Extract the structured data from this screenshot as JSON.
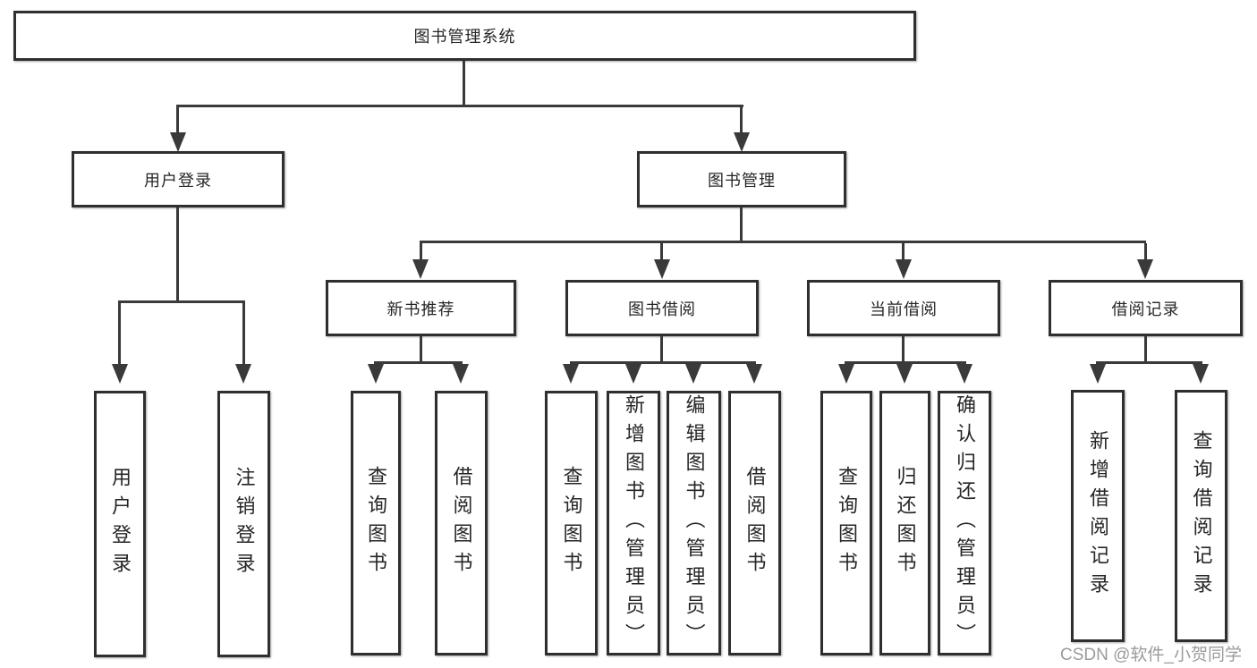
{
  "colors": {
    "line": "#3a3a3a",
    "border": "#2f2f2f",
    "text": "#262626",
    "watermark": "#9b9b9b",
    "background": "#ffffff"
  },
  "watermark": {
    "text": "CSDN @软件_小贺同学"
  },
  "diagram": {
    "root": {
      "label": "图书管理系统"
    },
    "branches": [
      {
        "label": "用户登录",
        "children": [
          {
            "label": "用户登录"
          },
          {
            "label": "注销登录"
          }
        ]
      },
      {
        "label": "图书管理",
        "children": [
          {
            "label": "新书推荐",
            "children": [
              {
                "label": "查询图书"
              },
              {
                "label": "借阅图书"
              }
            ]
          },
          {
            "label": "图书借阅",
            "children": [
              {
                "label": "查询图书"
              },
              {
                "label": "新增图书（管理员）"
              },
              {
                "label": "编辑图书（管理员）"
              },
              {
                "label": "借阅图书"
              }
            ]
          },
          {
            "label": "当前借阅",
            "children": [
              {
                "label": "查询图书"
              },
              {
                "label": "归还图书"
              },
              {
                "label": "确认归还（管理员）"
              }
            ]
          },
          {
            "label": "借阅记录",
            "children": [
              {
                "label": "新增借阅记录"
              },
              {
                "label": "查询借阅记录"
              }
            ]
          }
        ]
      }
    ]
  }
}
